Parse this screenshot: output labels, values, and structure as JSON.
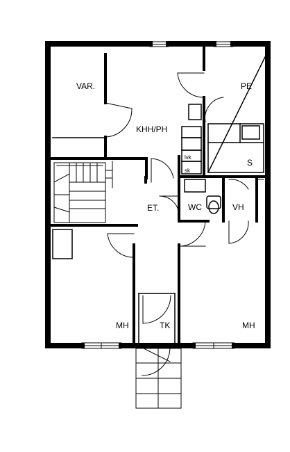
{
  "rooms": {
    "var": "VAR.",
    "khh_ph": "KHH/PH",
    "pe": "PE",
    "s": "S",
    "et": "ET.",
    "wc": "WC",
    "vh": "VH",
    "mh_left": "MH",
    "tk": "TK",
    "mh_right": "MH"
  },
  "fixtures": {
    "lvk": "lvk",
    "sk": "sk"
  }
}
